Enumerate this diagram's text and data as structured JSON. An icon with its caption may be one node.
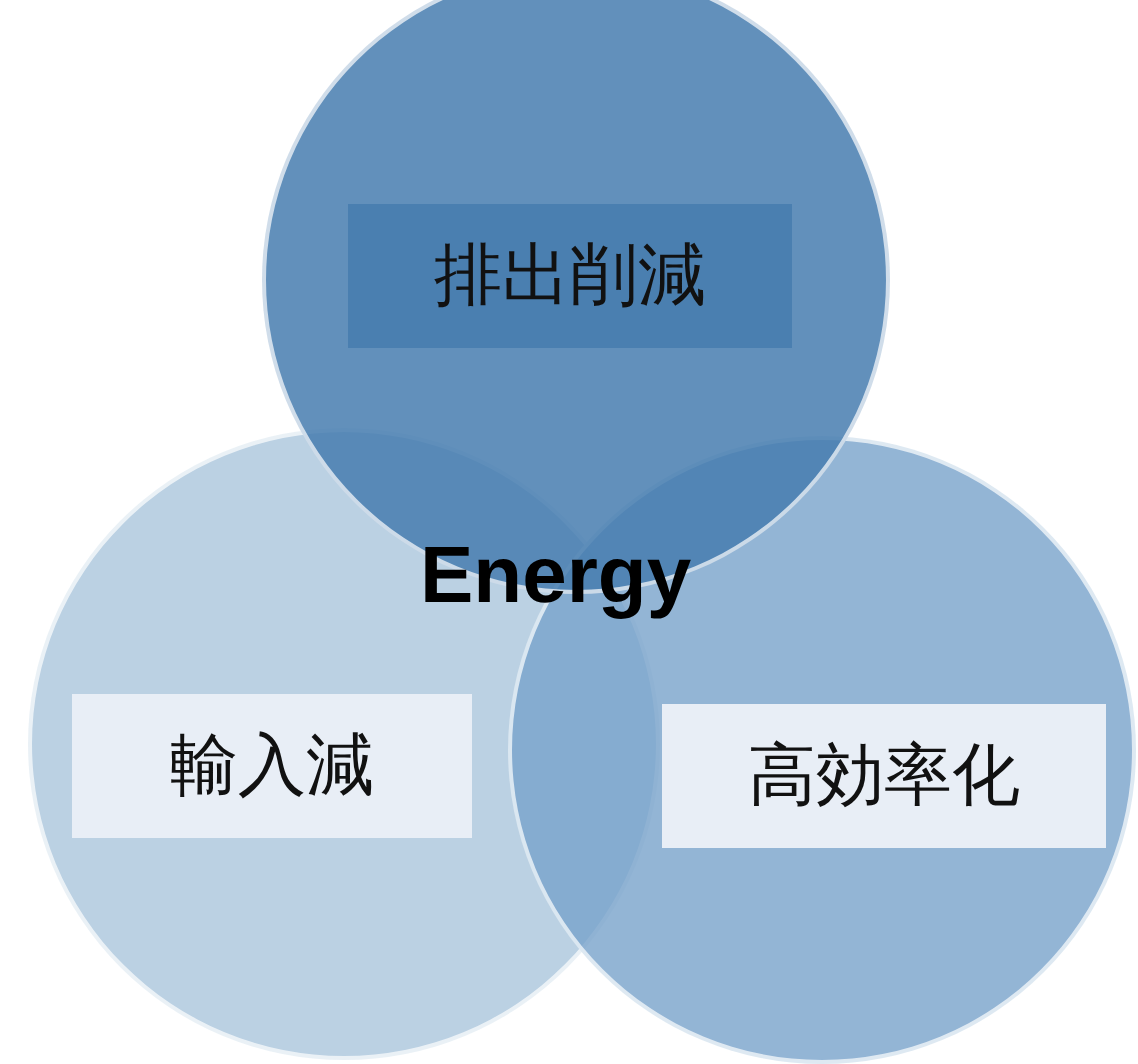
{
  "diagram": {
    "nodes": [
      {
        "text": [
          "排出削減"
        ]
      },
      {
        "text": [
          "輸入減"
        ]
      },
      {
        "text": [
          "高効率化"
        ]
      }
    ],
    "labels": [
      "Energy"
    ]
  }
}
